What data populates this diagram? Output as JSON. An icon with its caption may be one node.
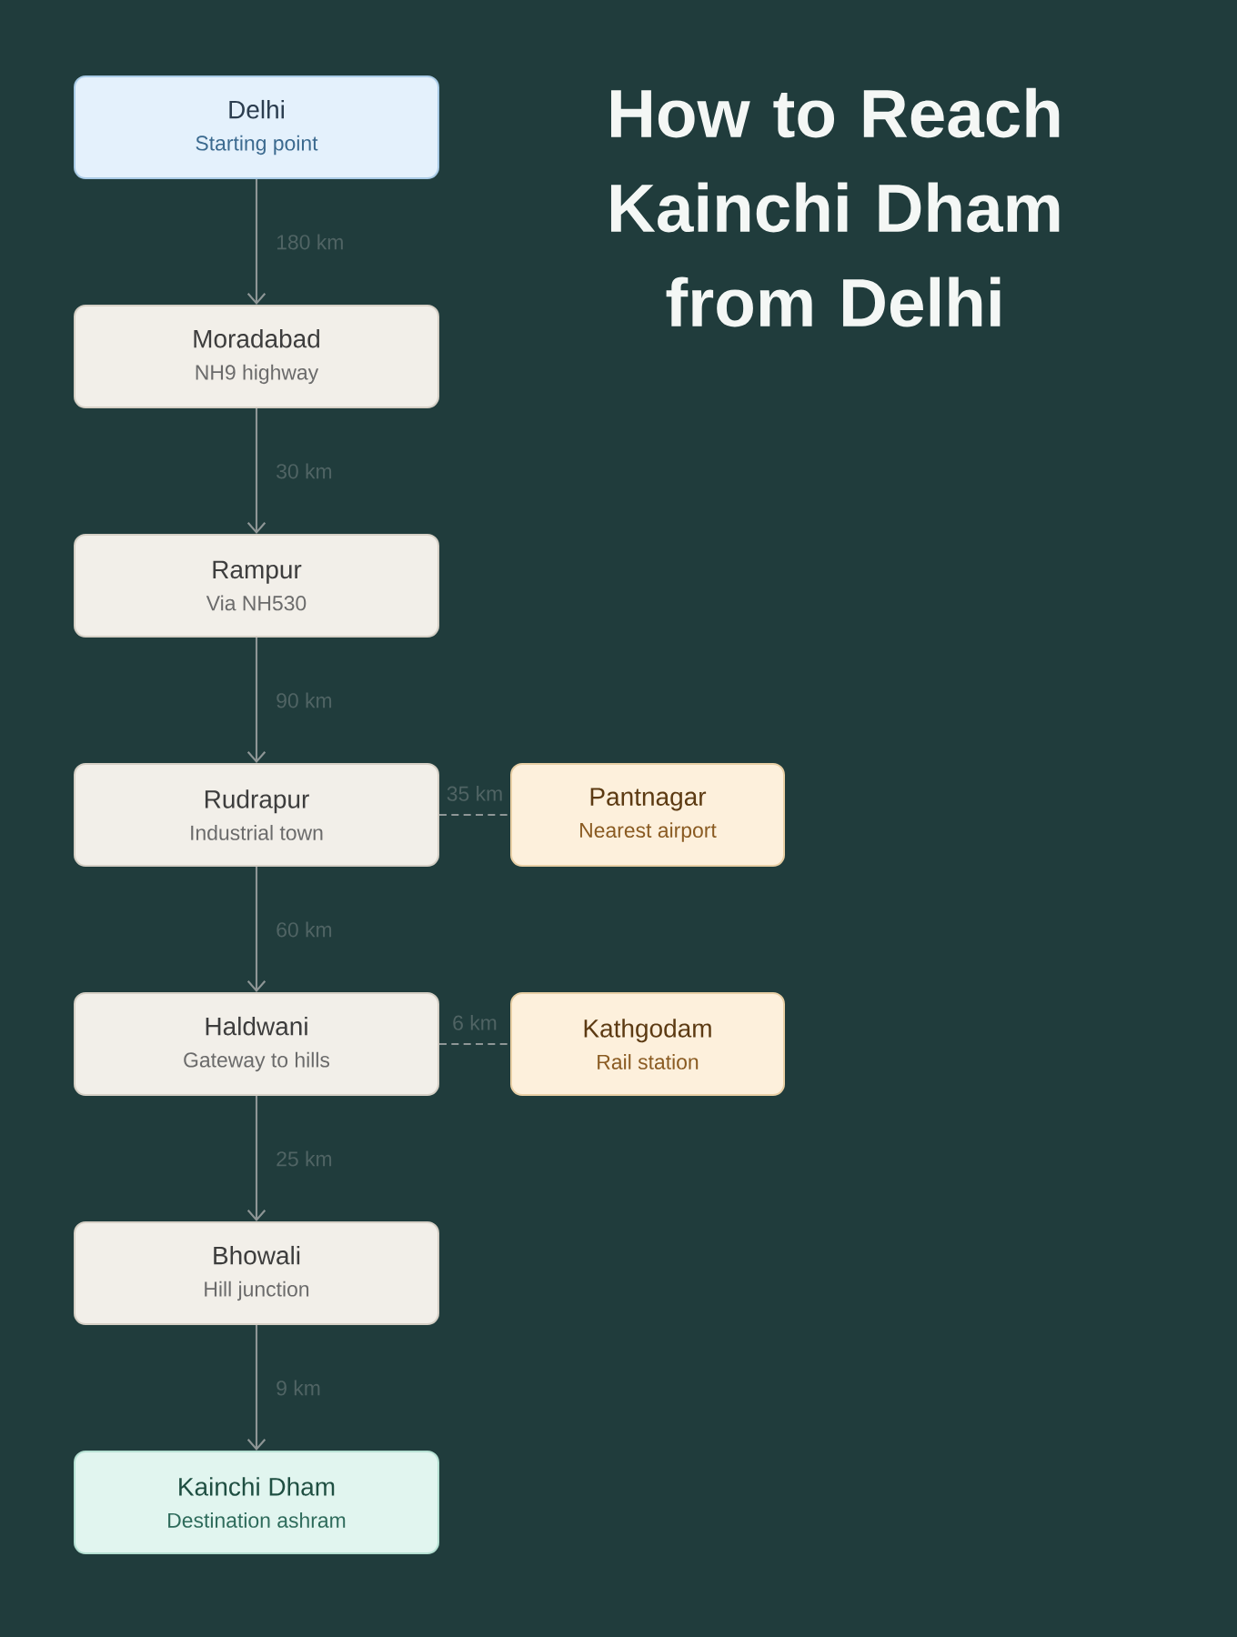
{
  "diagram": {
    "title": "How to Reach Kainchi Dham from Delhi",
    "nodes": [
      {
        "text": [
          "Delhi",
          "Starting point"
        ]
      },
      {
        "text": [
          "Moradabad",
          "NH9 highway"
        ]
      },
      {
        "text": [
          "Rampur",
          "Via NH530"
        ]
      },
      {
        "text": [
          "Rudrapur",
          "Industrial town"
        ]
      },
      {
        "text": [
          "Pantnagar",
          "Nearest airport"
        ]
      },
      {
        "text": [
          "Haldwani",
          "Gateway to hills"
        ]
      },
      {
        "text": [
          "Kathgodam",
          "Rail station"
        ]
      },
      {
        "text": [
          "Bhowali",
          "Hill junction"
        ]
      },
      {
        "text": [
          "Kainchi Dham",
          "Destination ashram"
        ]
      }
    ],
    "edges": [
      {
        "from": 0,
        "to": 1,
        "arrow": "to",
        "label": "180 km"
      },
      {
        "from": 1,
        "to": 2,
        "arrow": "to",
        "label": "30 km"
      },
      {
        "from": 2,
        "to": 3,
        "arrow": "to",
        "label": "90 km"
      },
      {
        "from": 3,
        "to": 4,
        "arrow": "none",
        "label": "35 km",
        "style": "dashed"
      },
      {
        "from": 3,
        "to": 5,
        "arrow": "to",
        "label": "60 km"
      },
      {
        "from": 5,
        "to": 6,
        "arrow": "none",
        "label": "6 km",
        "style": "dashed"
      },
      {
        "from": 5,
        "to": 7,
        "arrow": "to",
        "label": "25 km"
      },
      {
        "from": 7,
        "to": 8,
        "arrow": "to",
        "label": "9 km"
      }
    ]
  }
}
